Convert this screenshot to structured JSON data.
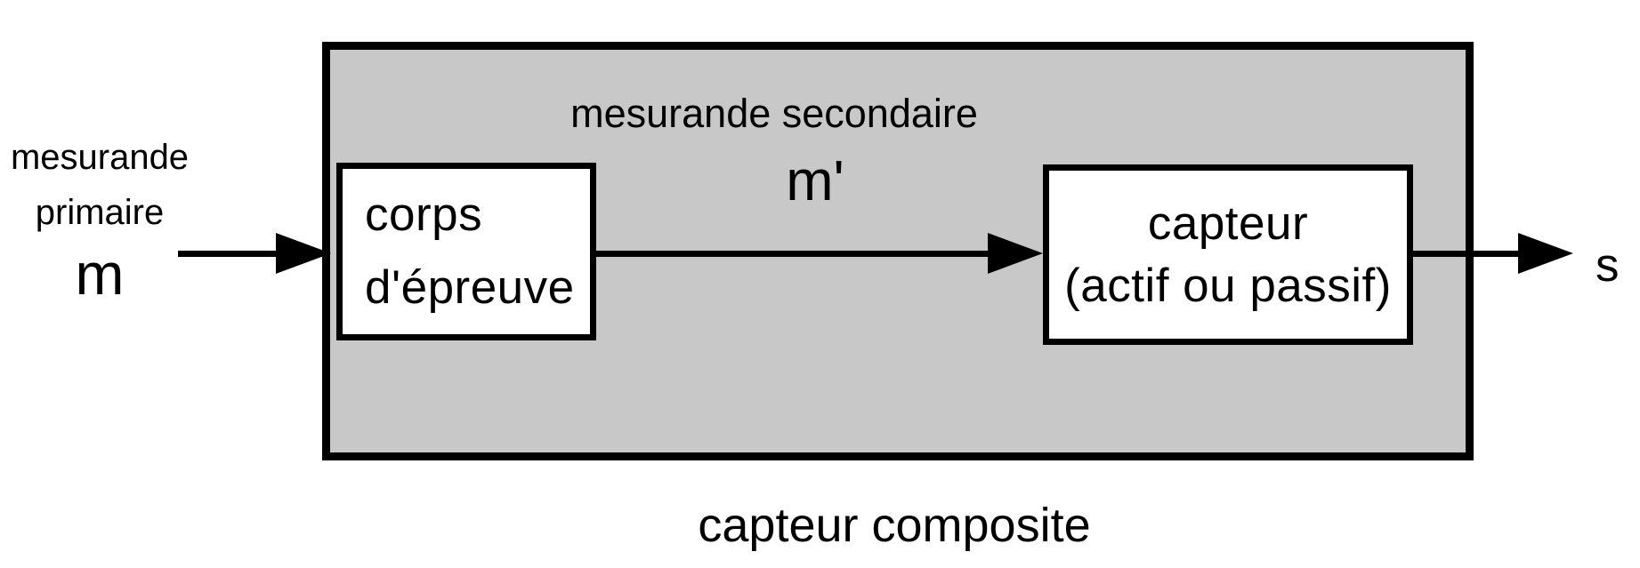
{
  "diagram": {
    "caption": "capteur composite",
    "input": {
      "label_line1": "mesurande",
      "label_line2": "primaire",
      "symbol": "m"
    },
    "composite": {
      "secondary_label": "mesurande secondaire",
      "secondary_symbol": "m'"
    },
    "nodes": {
      "test_body": {
        "line1": "corps",
        "line2": "d'épreuve"
      },
      "sensor": {
        "line1": "capteur",
        "line2": "(actif ou passif)"
      }
    },
    "output": {
      "symbol": "s"
    },
    "colors": {
      "composite_fill": "#c8c8c8",
      "node_fill": "#ffffff",
      "stroke": "#000000",
      "background": "#ffffff",
      "text": "#000000"
    }
  }
}
